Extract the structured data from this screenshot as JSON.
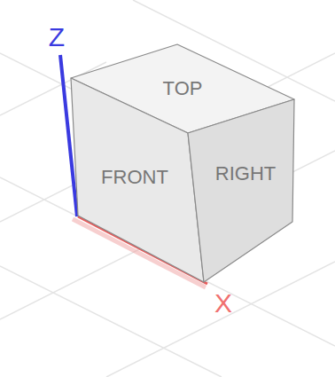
{
  "diagram": {
    "nodes": [
      {
        "text": [
          "TOP"
        ]
      },
      {
        "text": [
          "FRONT"
        ]
      },
      {
        "text": [
          "RIGHT"
        ]
      }
    ],
    "labels": [
      "Z",
      "X"
    ]
  }
}
